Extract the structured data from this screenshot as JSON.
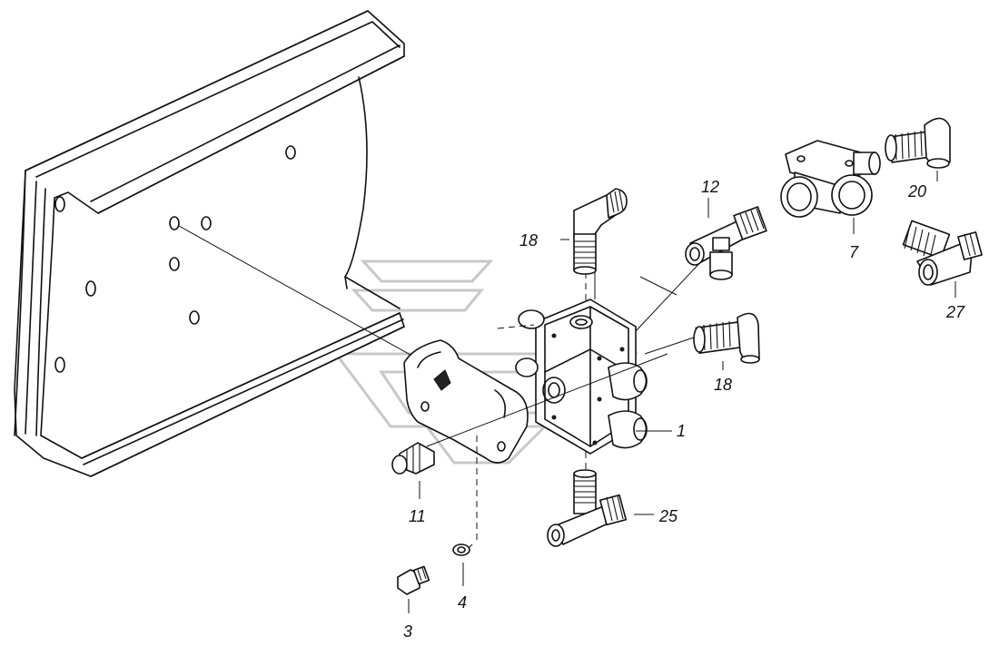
{
  "callouts": {
    "c1": "1",
    "c3": "3",
    "c4": "4",
    "c7": "7",
    "c11": "11",
    "c12": "12",
    "c18a": "18",
    "c18b": "18",
    "c20": "20",
    "c25": "25",
    "c27": "27"
  },
  "icons": {
    "watermark": "brand-watermark-icon"
  },
  "colors": {
    "line": "#111111",
    "background": "#ffffff",
    "watermark": "#c8c8c8"
  }
}
